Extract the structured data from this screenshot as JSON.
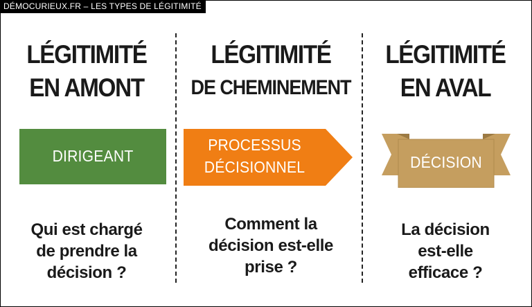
{
  "header_tag": "DÉMOCURIEUX.FR – LES TYPES DE LÉGITIMITÉ",
  "columns": [
    {
      "title_line1": "LÉGITIMITÉ",
      "title_line2": "EN AMONT",
      "shape_label_line1": "DIRIGEANT",
      "shape_label_line2": "",
      "question_lines": [
        "Qui est chargé",
        "de prendre la",
        "décision ?"
      ],
      "color": "#538c3f"
    },
    {
      "title_line1": "LÉGITIMITÉ",
      "title_line2": "DE CHEMINEMENT",
      "shape_label_line1": "PROCESSUS",
      "shape_label_line2": "DÉCISIONNEL",
      "question_lines": [
        "Comment la",
        "décision est-elle",
        "prise ?"
      ],
      "color": "#f07e14"
    },
    {
      "title_line1": "LÉGITIMITÉ",
      "title_line2": "EN AVAL",
      "shape_label_line1": "DÉCISION",
      "shape_label_line2": "",
      "question_lines": [
        "La décision",
        "est-elle",
        "efficace ?"
      ],
      "color": "#c59e5f"
    }
  ]
}
